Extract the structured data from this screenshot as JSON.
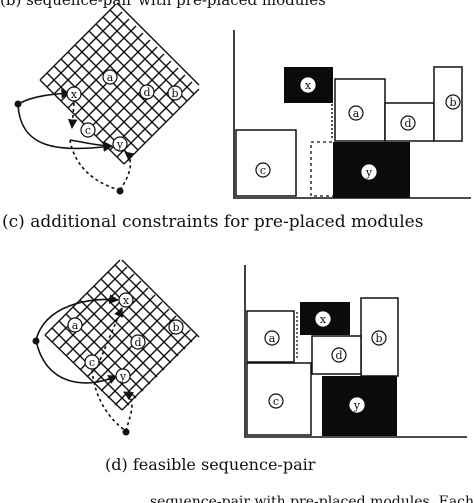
{
  "top_caption_partial": "(b) sequence-pair with pre-placed modules",
  "figure_c": {
    "caption": "(c) additional constraints for pre-placed modules",
    "grid_labels": {
      "a": "a",
      "b": "b",
      "c": "c",
      "d": "d",
      "x": "x",
      "y": "y"
    },
    "module_labels": {
      "a": "a",
      "b": "b",
      "c": "c",
      "d": "d",
      "x": "x",
      "y": "y"
    }
  },
  "figure_d": {
    "caption": "(d) feasible sequence-pair",
    "grid_labels": {
      "a": "a",
      "b": "b",
      "c": "c",
      "d": "d",
      "x": "x",
      "y": "y"
    },
    "module_labels": {
      "a": "a",
      "b": "b",
      "c": "c",
      "d": "d",
      "x": "x",
      "y": "y"
    }
  },
  "bottom_text_partial": "sequence-pair with pre-placed modules. Each",
  "colors": {
    "ink": "#111111",
    "fill_dark": "#0b0b0b",
    "fill_light": "#ffffff"
  }
}
